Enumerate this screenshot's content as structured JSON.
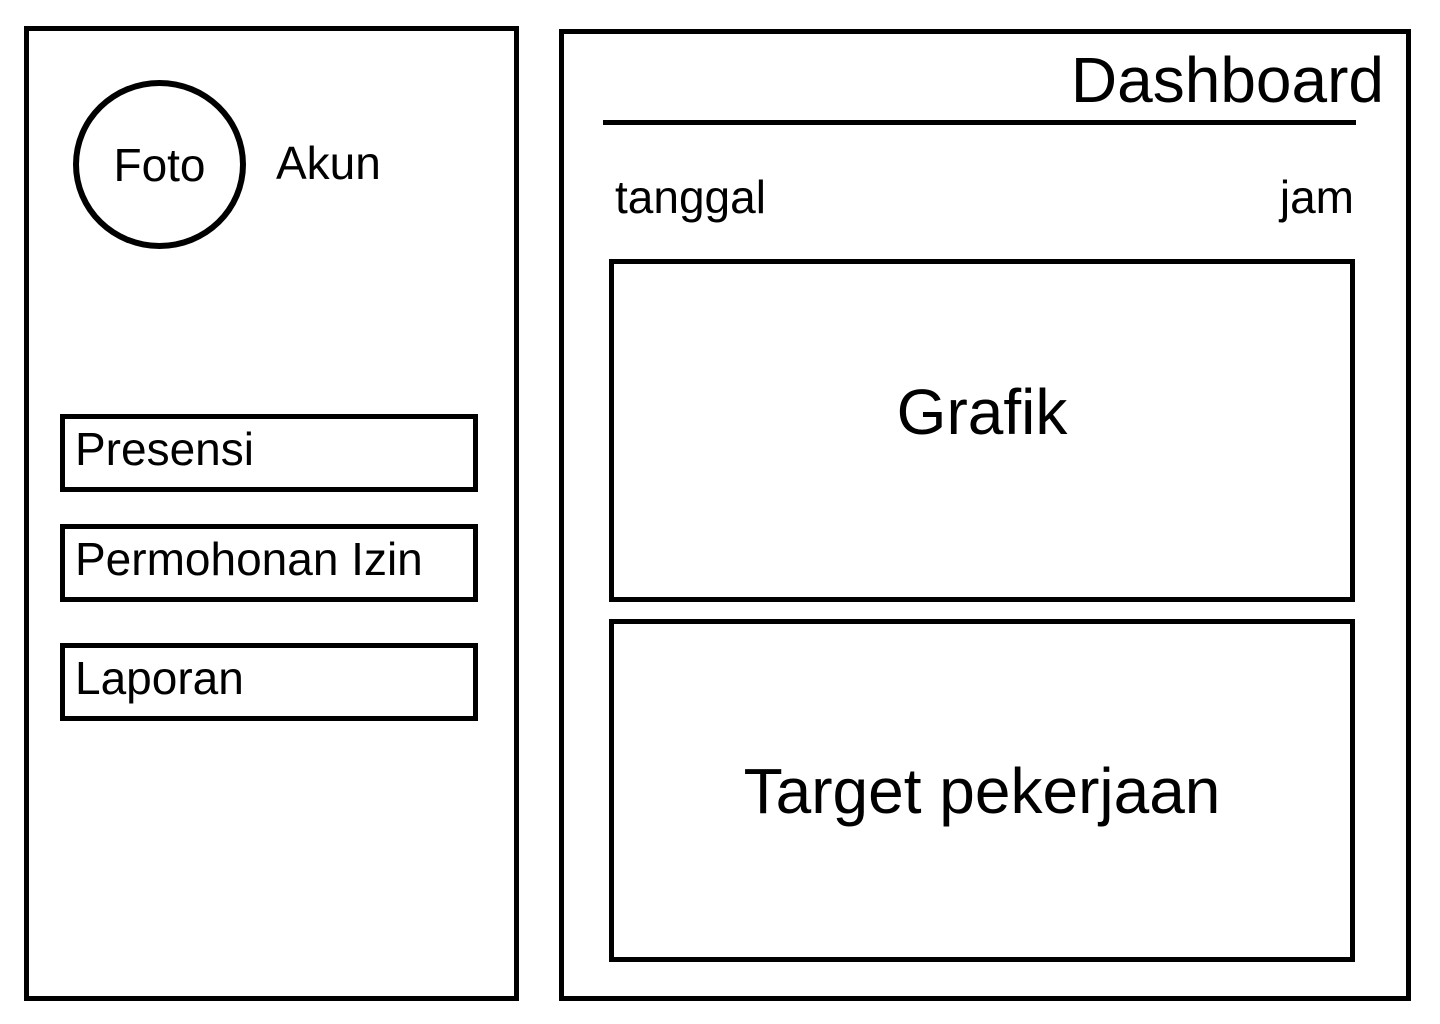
{
  "sidebar": {
    "avatar_label": "Foto",
    "account_label": "Akun",
    "menu": [
      {
        "label": "Presensi"
      },
      {
        "label": "Permohonan Izin"
      },
      {
        "label": "Laporan"
      }
    ]
  },
  "main": {
    "title": "Dashboard",
    "date_label": "tanggal",
    "time_label": "jam",
    "cards": [
      {
        "label": "Grafik"
      },
      {
        "label": "Target pekerjaan"
      }
    ]
  },
  "colors": {
    "stroke": "#000000",
    "background": "#ffffff"
  }
}
